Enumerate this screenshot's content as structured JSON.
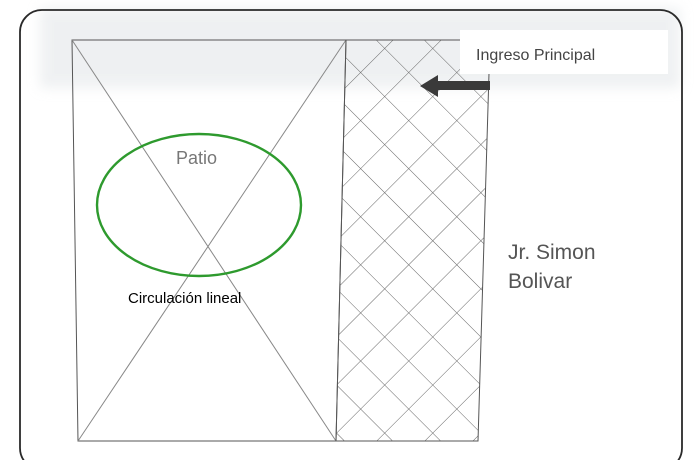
{
  "labels": {
    "patio": "Patio",
    "circulation": "Circulación lineal",
    "main_entrance": "Ingreso Principal",
    "street_line1": "Jr. Simon",
    "street_line2": "Bolivar"
  },
  "colors": {
    "frame": "#2a2a2a",
    "plan_lines": "#555555",
    "hatch": "#666666",
    "patio_ellipse": "#2e9a2e",
    "arrow": "#3a3a3a"
  },
  "icons": {
    "entrance_arrow": "arrow-left-icon"
  }
}
